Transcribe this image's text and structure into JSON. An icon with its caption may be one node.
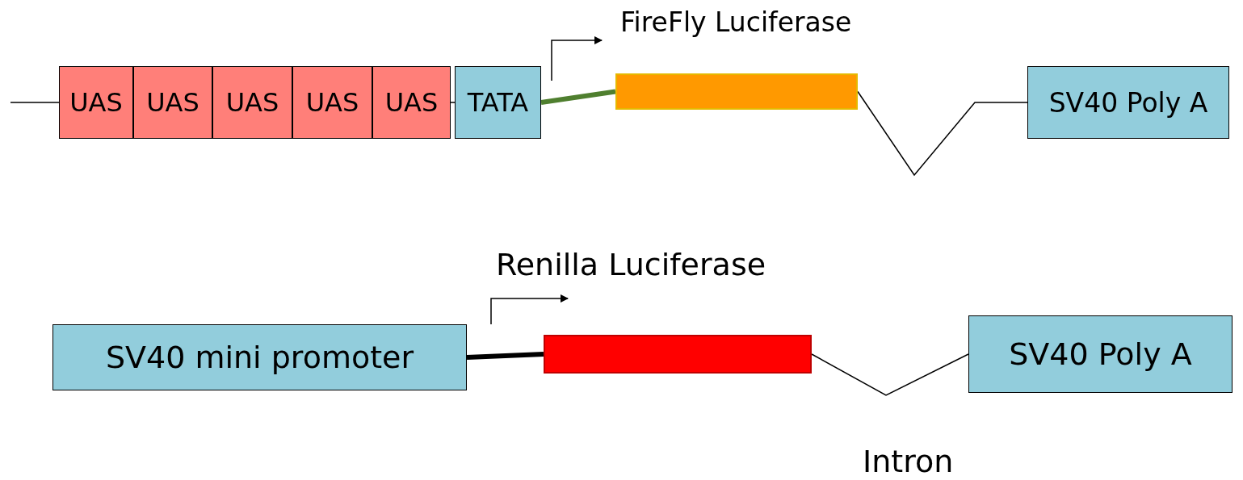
{
  "diagram": {
    "nodes": [
      {
        "text": [
          "UAS"
        ]
      },
      {
        "text": [
          "UAS"
        ]
      },
      {
        "text": [
          "UAS"
        ]
      },
      {
        "text": [
          "UAS"
        ]
      },
      {
        "text": [
          "UAS"
        ]
      },
      {
        "text": [
          "TATA"
        ]
      },
      {
        "text": [],
        "shape": "bar",
        "beside": [
          "FireFly Luciferase"
        ]
      },
      {
        "text": [
          "SV40 Poly A"
        ]
      },
      {
        "text": [
          "SV40 mini promoter"
        ]
      },
      {
        "text": [],
        "shape": "bar",
        "beside": [
          "Renilla Luciferase"
        ]
      },
      {
        "text": [
          "SV40 Poly A"
        ]
      }
    ],
    "edges": [
      {
        "from": null,
        "to": 0,
        "arrow": "none"
      },
      {
        "from": 4,
        "to": 5,
        "arrow": "none"
      },
      {
        "from": 5,
        "to": 6,
        "arrow": "none",
        "style": "thick",
        "color": "#4f7f2f"
      },
      {
        "from": 6,
        "to": 7,
        "arrow": "none"
      },
      {
        "from": 8,
        "to": 9,
        "arrow": "none",
        "style": "thick"
      },
      {
        "from": 9,
        "to": 10,
        "arrow": "none"
      }
    ],
    "labels": [
      "Intron"
    ]
  }
}
